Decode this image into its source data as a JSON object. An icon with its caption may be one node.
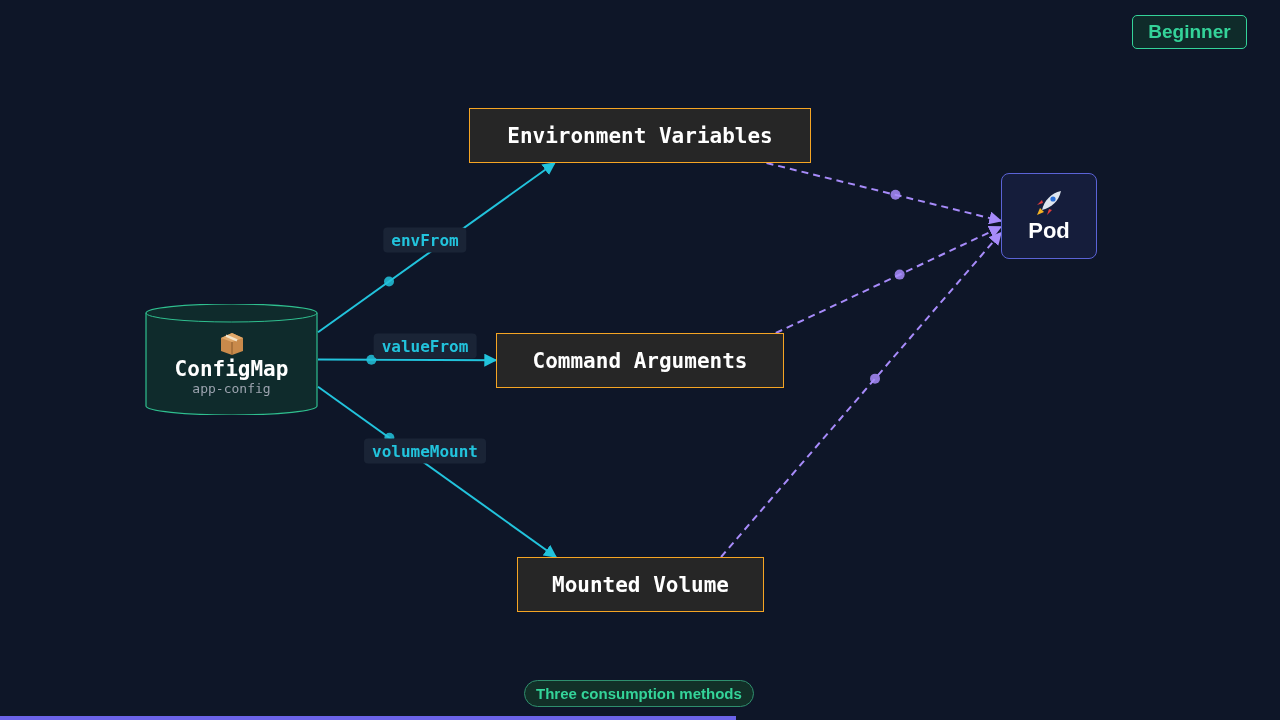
{
  "diagram": {
    "nodes": [
      {
        "text": [
          "ConfigMap",
          "app-config"
        ]
      },
      {
        "text": [
          "Environment Variables"
        ]
      },
      {
        "text": [
          "Command Arguments"
        ]
      },
      {
        "text": [
          "Mounted Volume"
        ]
      },
      {
        "text": [
          "Pod"
        ]
      }
    ],
    "edges": [
      {
        "from": 0,
        "to": 1,
        "arrow": "to",
        "label": "envFrom",
        "color": "#22c3dc"
      },
      {
        "from": 0,
        "to": 2,
        "arrow": "to",
        "label": "valueFrom",
        "color": "#22c3dc"
      },
      {
        "from": 0,
        "to": 3,
        "arrow": "to",
        "label": "volumeMount",
        "color": "#22c3dc"
      },
      {
        "from": 1,
        "to": 4,
        "arrow": "to",
        "style": "dashed",
        "color": "#a78bfa"
      },
      {
        "from": 2,
        "to": 4,
        "arrow": "to",
        "style": "dashed",
        "color": "#a78bfa"
      },
      {
        "from": 3,
        "to": 4,
        "arrow": "to",
        "style": "dashed",
        "color": "#a78bfa"
      }
    ],
    "labels": [
      "Beginner",
      "Three consumption methods"
    ]
  }
}
